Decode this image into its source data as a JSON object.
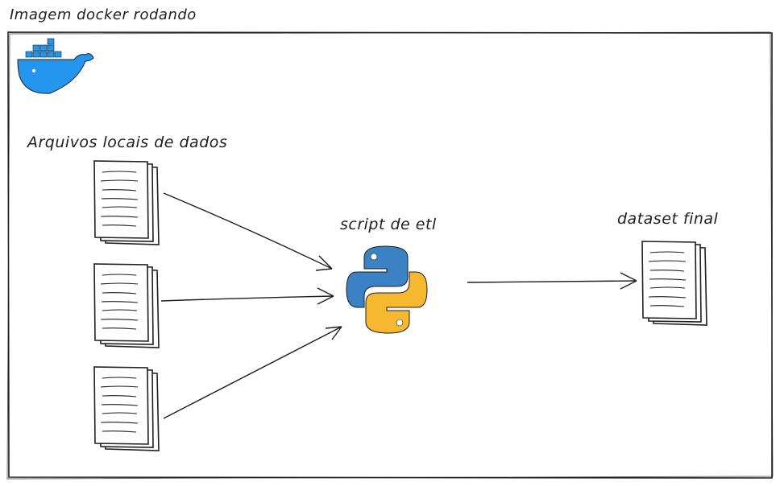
{
  "diagram": {
    "title": "Imagem docker rodando",
    "source_label": "Arquivos locais de dados",
    "process_label": "script de etl",
    "output_label": "dataset final"
  },
  "icons": {
    "container": "docker-whale-icon",
    "process": "python-logo-icon",
    "file": "document-stack-icon"
  },
  "colors": {
    "stroke": "#1e1e1e",
    "docker_blue": "#2496ed",
    "python_blue": "#3b82c4",
    "python_yellow": "#f5b82e"
  }
}
